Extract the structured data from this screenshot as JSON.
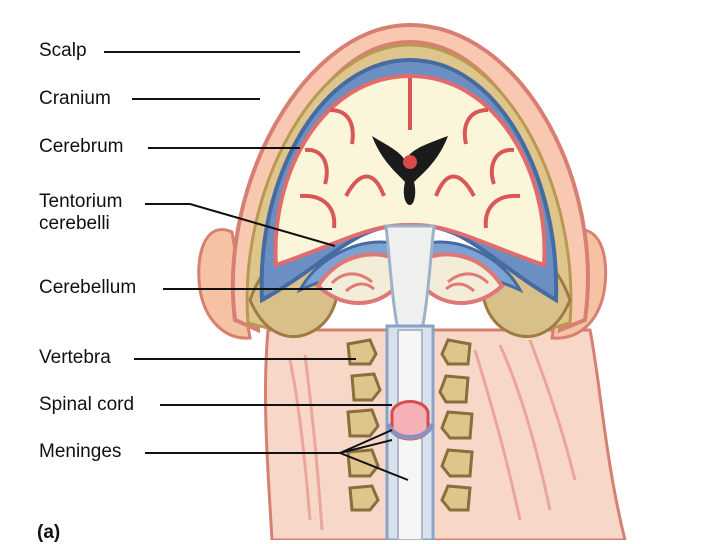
{
  "labels": {
    "scalp": "Scalp",
    "cranium": "Cranium",
    "cerebrum": "Cerebrum",
    "tentorium": "Tentorium\ncerebelli",
    "cerebellum": "Cerebellum",
    "vertebra": "Vertebra",
    "spinal_cord": "Spinal cord",
    "meninges": "Meninges"
  },
  "panel_label": "(a)",
  "colors": {
    "skin": "#f3b89a",
    "scalp": "#f7c9ad",
    "bone": "#dcc38a",
    "dura_blue": "#5b7fb5",
    "white_matter": "#fbf6da",
    "gray_matter": "#e6e7e4",
    "vessel_red": "#d94b4b",
    "muscle_pink": "#f0b2a8"
  }
}
